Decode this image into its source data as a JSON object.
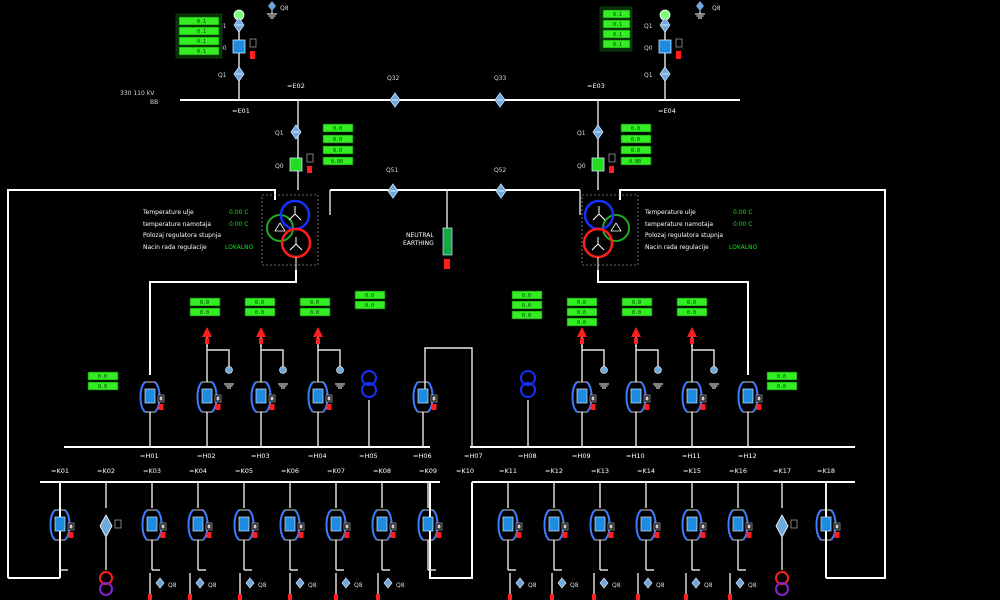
{
  "colors": {
    "bus": "#ffffff",
    "meter": "#33ee22",
    "breaker": "#1e8be0",
    "hv_closed": "#22dd22",
    "winding_blue": "#1530ff",
    "winding_red": "#ff1d1d",
    "winding_green": "#22aa22",
    "disconnector": "#6fa8dc",
    "alarm": "#ff1d1d"
  },
  "top_bus": {
    "label_line1": "330 110 kV",
    "label_line2": "BB",
    "sections": [
      "=E01",
      "=E02",
      "=E03",
      "=E04"
    ],
    "couplers": [
      "Q32",
      "Q33"
    ]
  },
  "hv_bays": [
    {
      "q_upper": "Q1",
      "q_breaker": "Q0",
      "q_lower": "Q1",
      "q_earth": "Q8",
      "meters": [
        "0.1",
        "0.1",
        "0.1",
        "0.1"
      ]
    },
    {
      "q_upper": "Q1",
      "q_breaker": "Q0",
      "q_lower": "Q1",
      "q_earth": "Q8",
      "meters": [
        "0.1",
        "0.1",
        "0.1",
        "0.1"
      ]
    }
  ],
  "trafo_bays": [
    {
      "q_upper": "Q1",
      "q_breaker": "Q0",
      "meters": [
        "0.0",
        "0.0",
        "0.0",
        "0.00"
      ]
    },
    {
      "q_upper": "Q1",
      "q_breaker": "Q0",
      "meters": [
        "0.0",
        "0.0",
        "0.0",
        "0.00"
      ]
    }
  ],
  "mid_couplers": [
    "Q51",
    "Q52"
  ],
  "neutral_label": [
    "NEUTRAL",
    "EARTHING"
  ],
  "trafos": [
    {
      "info": [
        {
          "label": "Temperature ulje",
          "value": "0.00 C"
        },
        {
          "label": "temperature namotaja",
          "value": "0.00 C"
        },
        {
          "label": "Polozaj regulatora stupnja",
          "value": ""
        },
        {
          "label": "Nacin rada regulacije",
          "value": "LOKALNO"
        }
      ]
    },
    {
      "info": [
        {
          "label": "Temperature ulje",
          "value": "0.00 C"
        },
        {
          "label": "temperature namotaja",
          "value": "0.00 C"
        },
        {
          "label": "Polozaj regulatora stupnja",
          "value": ""
        },
        {
          "label": "Nacin rada regulacije",
          "value": "LOKALNO"
        }
      ]
    }
  ],
  "mv_bays": {
    "labels": [
      "=H01",
      "=H02",
      "=H03",
      "=H04",
      "=H05",
      "=H06",
      "=H07",
      "=H08",
      "=H09",
      "=H10",
      "=H11",
      "=H12"
    ]
  },
  "mv_meters": [
    {
      "lines": [
        "0.0",
        "0.0"
      ]
    },
    {
      "lines": [
        "0.0",
        "0.0"
      ]
    },
    {
      "lines": [
        "0.0",
        "0.0"
      ]
    },
    {
      "lines": [
        "0.0",
        "0.0"
      ]
    },
    {
      "lines": [
        "0.0",
        "0.0",
        "0.0"
      ]
    },
    {
      "lines": [
        "0.0",
        "0.0",
        "0.0"
      ]
    },
    {
      "lines": [
        "0.0",
        "0.0"
      ]
    },
    {
      "lines": [
        "0.0",
        "0.0"
      ]
    },
    {
      "lines": [
        "0.0",
        "0.0"
      ]
    },
    {
      "lines": [
        "0.0",
        "0.0"
      ]
    }
  ],
  "feeders": {
    "labels": [
      "=K01",
      "=K02",
      "=K03",
      "=K04",
      "=K05",
      "=K06",
      "=K07",
      "=K08",
      "=K09",
      "=K10",
      "=K11",
      "=K12",
      "=K13",
      "=K14",
      "=K15",
      "=K16",
      "=K17",
      "=K18"
    ],
    "earth_labels": [
      "Q8",
      "Q8",
      "Q8",
      "Q8",
      "Q8",
      "Q8",
      "Q8",
      "Q8",
      "Q8",
      "Q8",
      "Q8",
      "Q8"
    ]
  }
}
